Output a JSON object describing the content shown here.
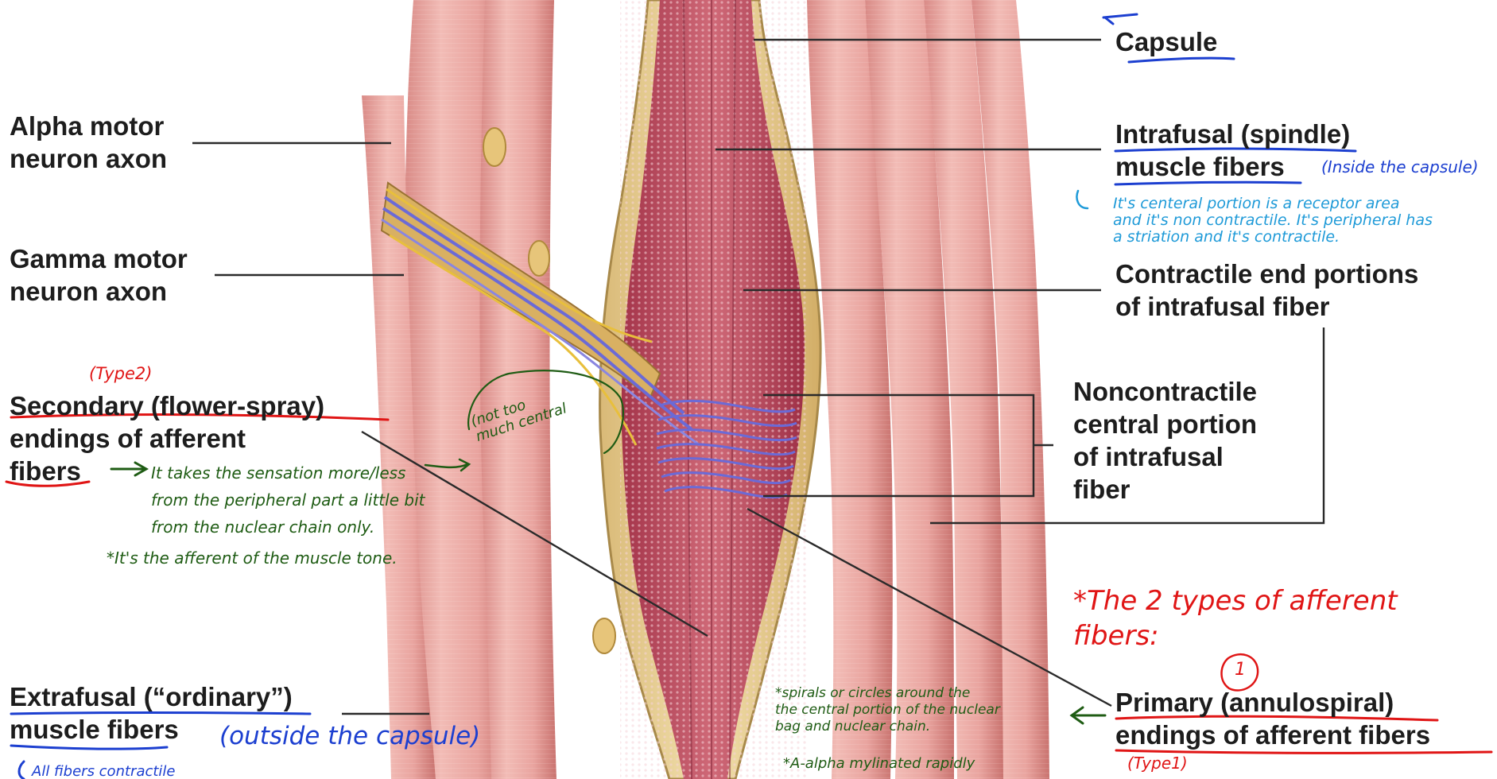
{
  "labels": {
    "capsule": "Capsule",
    "alpha_motor": "Alpha motor\nneuron axon",
    "gamma_motor": "Gamma motor\nneuron axon",
    "intrafusal": "Intrafusal (spindle)\nmuscle fibers",
    "contractile_end": "Contractile end portions\nof intrafusal fiber",
    "noncontractile": "Noncontractile\ncentral portion\nof intrafusal\nfiber",
    "secondary": "Secondary (flower-spray)\nendings of afferent\nfibers",
    "extrafusal": "Extrafusal (“ordinary”)\nmuscle fibers",
    "primary": "Primary (annulospiral)\nendings of afferent fibers"
  },
  "annotations": {
    "inside_capsule": "(Inside the capsule)",
    "outside_capsule": "(outside the capsule)",
    "central_portion_note": "It's centeral portion is a receptor area\nand it's non contractile. It's peripheral has\na striation and it's contractile.",
    "type2": "(Type2)",
    "not_too_central": "(not too\nmuch central",
    "secondary_note": "It takes the sensation more/less\nfrom the peripheral part a little bit\nfrom the nuclear chain only.",
    "muscle_tone_note": "*It's the afferent of the muscle tone.",
    "two_types": "*The 2 types of afferent\nfibers:",
    "number_one": "1",
    "spirals_note": "*spirals or circles around the\nthe central portion of the nuclear\nbag and nuclear chain.",
    "alpha_note": "*A-alpha mylinated rapidly",
    "type1": "(Type1)",
    "all_fibers": "All fibers contractile"
  },
  "colors": {
    "muscle_base": "#e9a49f",
    "muscle_stripe": "#c8706c",
    "spindle_core": "#b23c52",
    "capsule": "#e8d39b",
    "nerve_blue": "#6b6ad6",
    "nerve_yellow": "#e8bf3c",
    "leader": "#2a2a2a",
    "ink_blue": "#1c3fd0",
    "ink_cyan": "#1e9ad8",
    "ink_red": "#e01515",
    "ink_green": "#1f5c14"
  }
}
